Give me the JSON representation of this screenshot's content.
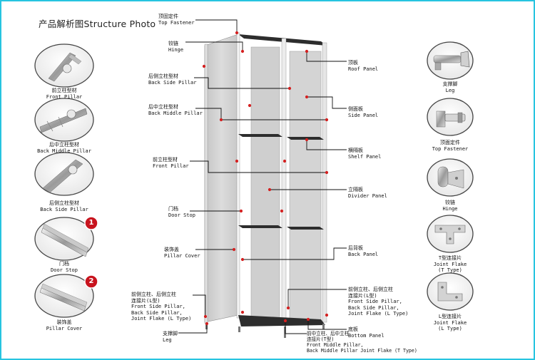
{
  "title": "产品解析图Structure Photo",
  "badges": {
    "door_stop": "1",
    "pillar_cover": "2"
  },
  "left_parts": [
    {
      "cn": "前立柱型材",
      "en": "Front Pillar"
    },
    {
      "cn": "后中立柱型材",
      "en": "Back Middle Pillar"
    },
    {
      "cn": "后侧立柱型材",
      "en": "Back Side Pillar"
    },
    {
      "cn": "门档",
      "en": "Door Stop"
    },
    {
      "cn": "装饰盖",
      "en": "Pillar Cover"
    }
  ],
  "right_parts": [
    {
      "cn": "支撑脚",
      "en": "Leg"
    },
    {
      "cn": "顶面定件",
      "en": "Top Fastener"
    },
    {
      "cn": "铰链",
      "en": "Hinge"
    },
    {
      "cn": "T型连接片",
      "en": "Joint Flake",
      "en2": "(T Type)"
    },
    {
      "cn": "L型连接片",
      "en": "Joint Flake",
      "en2": "(L Type)"
    }
  ],
  "callouts_left": [
    {
      "cn": "顶固定件",
      "en": "Top Fastener"
    },
    {
      "cn": "铰链",
      "en": "Hinge"
    },
    {
      "cn": "后侧立柱型材",
      "en": "Back Side Pillar"
    },
    {
      "cn": "后中立柱型材",
      "en": "Back Middle Pillar"
    },
    {
      "cn": "前立柱型材",
      "en": "Front Pillar"
    },
    {
      "cn": "门档",
      "en": "Door Stop"
    },
    {
      "cn": "装饰盖",
      "en": "Pillar Cover"
    },
    {
      "lines": [
        "前侧立柱、后侧立柱",
        "连接片(L型)",
        "Front Side Pillar,",
        "Back Side Pillar,",
        "Joint Flake (L Type)"
      ]
    },
    {
      "cn": "支撑脚",
      "en": "Leg"
    }
  ],
  "callouts_right": [
    {
      "cn": "顶板",
      "en": "Roof Panel"
    },
    {
      "cn": "侧面板",
      "en": "Side Panel"
    },
    {
      "cn": "横隔板",
      "en": "Shelf Panel"
    },
    {
      "cn": "立隔板",
      "en": "Divider Panel"
    },
    {
      "cn": "后背板",
      "en": "Back Panel"
    },
    {
      "lines": [
        "前侧立柱、后侧立柱",
        "连接片(L型)",
        "Front Side Pillar,",
        "Back Side Pillar,",
        "Joint Flake (L Type)"
      ]
    },
    {
      "cn": "底板",
      "en": "Bottom Panel"
    }
  ],
  "callout_bottom": {
    "lines": [
      "前中立柱、后中立柱",
      "连接片(T型)",
      "Front Middle Pillar,",
      "Back Middle Pillar Joint Flake (T Type)"
    ]
  },
  "colors": {
    "frame": "#27c4e0",
    "marker": "#d42020",
    "badge": "#c8141e",
    "panel": "#d2d2d2"
  }
}
